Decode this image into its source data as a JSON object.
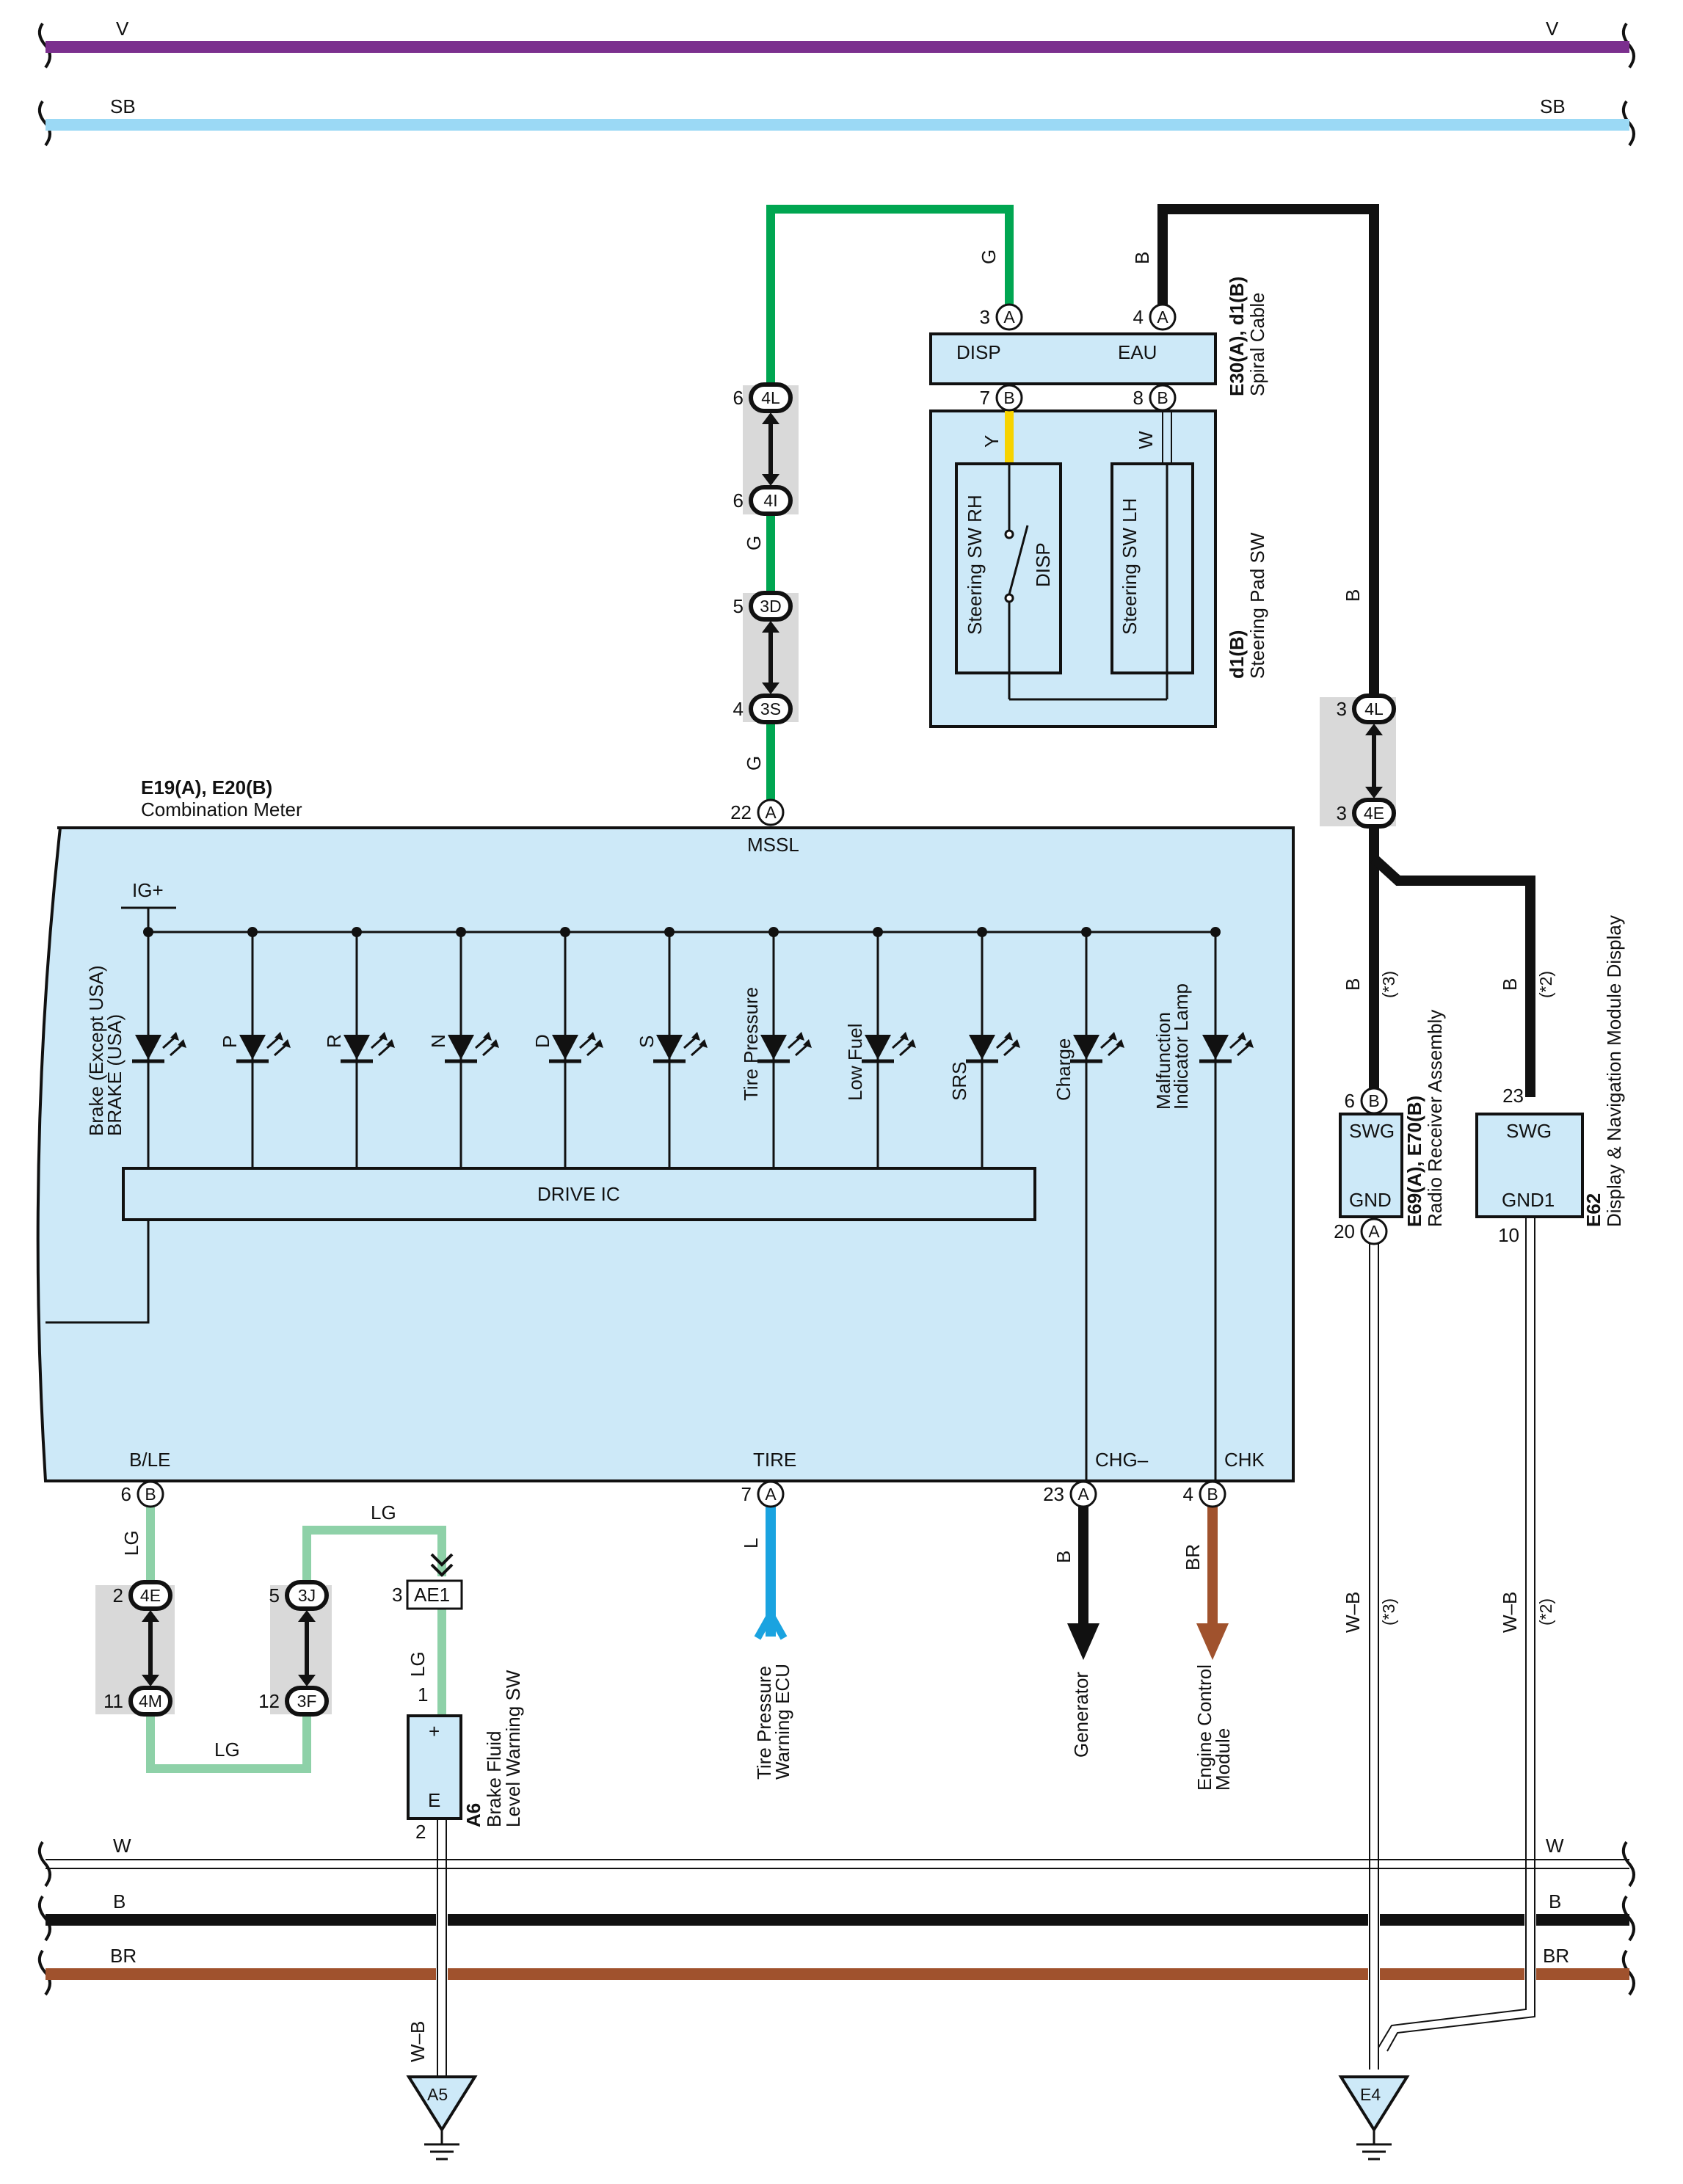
{
  "colors": {
    "V": "#7b2f8e",
    "SB": "#9bd9f5",
    "G": "#00a651",
    "LG": "#8ed1a8",
    "L": "#1aa3e0",
    "B": "#111111",
    "BR": "#a0522d",
    "Y": "#f7d300",
    "component_fill": "#cde9f8",
    "connector_shade": "#d9d9d9"
  },
  "top_bus": {
    "v_left": "V",
    "v_right": "V",
    "sb_left": "SB",
    "sb_right": "SB"
  },
  "bottom_bus": {
    "w_left": "W",
    "w_right": "W",
    "b_left": "B",
    "b_right": "B",
    "br_left": "BR",
    "br_right": "BR"
  },
  "spiral_cable": {
    "ref": "E30(A), d1(B)",
    "name": "Spiral Cable",
    "terminal_disp": "DISP",
    "terminal_eau": "EAU",
    "pin_disp_top": "3",
    "conn_disp_top": "A",
    "pin_eau_top": "4",
    "conn_eau_top": "A",
    "pin_disp_bottom": "7",
    "conn_disp_bottom": "B",
    "pin_eau_bottom": "8",
    "conn_eau_bottom": "B",
    "wire_disp_top": "G",
    "wire_eau_top": "B"
  },
  "steering_pad": {
    "ref": "d1(B)",
    "name": "Steering Pad SW",
    "sw_rh": "Steering SW RH",
    "sw_lh": "Steering SW LH",
    "switch_label": "DISP",
    "wire_y": "Y",
    "wire_w": "W"
  },
  "mssl_line": {
    "c1_top_pin": "6",
    "c1_top": "4L",
    "c1_bot_pin": "6",
    "c1_bot": "4I",
    "c2_top_pin": "5",
    "c2_top": "3D",
    "c2_bot_pin": "4",
    "c2_bot": "3S",
    "wire_mid": "G",
    "wire_low": "G"
  },
  "combination_meter": {
    "ref": "E19(A), E20(B)",
    "name": "Combination Meter",
    "mssl_pin": "22",
    "mssl_conn": "A",
    "mssl_label": "MSSL",
    "ig_label": "IG+",
    "drive_ic": "DRIVE IC",
    "lamps": [
      "P",
      "R",
      "N",
      "D",
      "S",
      "Tire Pressure",
      "Low Fuel",
      "SRS",
      "Charge"
    ],
    "brake_lamp_1": "Brake (Except USA)",
    "brake_lamp_2": "BRAKE (USA)",
    "mil_1": "Malfunction",
    "mil_2": "Indicator Lamp",
    "terminals": {
      "ble": "B/LE",
      "tire": "TIRE",
      "chg": "CHG–",
      "chk": "CHK"
    },
    "pins": {
      "ble_pin": "6",
      "ble_conn": "B",
      "tire_pin": "7",
      "tire_conn": "A",
      "chg_pin": "23",
      "chg_conn": "A",
      "chk_pin": "4",
      "chk_conn": "B"
    }
  },
  "brake_fluid": {
    "wire_top": "LG",
    "wire_bridge": "LG",
    "wire_bottom_loop": "LG",
    "wire_down": "LG",
    "c1_top_pin": "2",
    "c1_top": "4E",
    "c1_bot_pin": "11",
    "c1_bot": "4M",
    "c2_top_pin": "5",
    "c2_top": "3J",
    "c2_bot_pin": "12",
    "c2_bot": "3F",
    "ae_pin": "3",
    "ae_conn": "AE1",
    "sw_pin_top": "1",
    "sw_pin_bot": "2",
    "sw_plus": "+",
    "sw_e": "E",
    "ref": "A6",
    "name_1": "Brake Fluid",
    "name_2": "Level Warning SW",
    "ground_wire": "W–B",
    "ground": "A5"
  },
  "outputs": {
    "tire_wire": "L",
    "tire_dest_1": "Tire Pressure",
    "tire_dest_2": "Warning ECU",
    "gen_wire": "B",
    "gen_dest": "Generator",
    "ecm_wire": "BR",
    "ecm_dest_1": "Engine Control",
    "ecm_dest_2": "Module"
  },
  "right_side": {
    "eau_wire": "B",
    "c_top_pin": "3",
    "c_top": "4L",
    "c_bot_pin": "3",
    "c_bot": "4E",
    "radio_wire": "B",
    "radio_note": "(*3)",
    "nav_wire": "B",
    "nav_note": "(*2)",
    "radio": {
      "pin_swg": "6",
      "conn_swg": "B",
      "pin_gnd": "20",
      "conn_gnd": "A",
      "swg": "SWG",
      "gnd": "GND",
      "ref": "E69(A), E70(B)",
      "name": "Radio Receiver Assembly",
      "ground_wire": "W–B",
      "ground_note": "(*3)"
    },
    "nav": {
      "pin_swg": "23",
      "pin_gnd": "10",
      "swg": "SWG",
      "gnd": "GND1",
      "ref": "E62",
      "name": "Display & Navigation Module Display",
      "ground_wire": "W–B",
      "ground_note": "(*2)"
    },
    "ground": "E4"
  }
}
